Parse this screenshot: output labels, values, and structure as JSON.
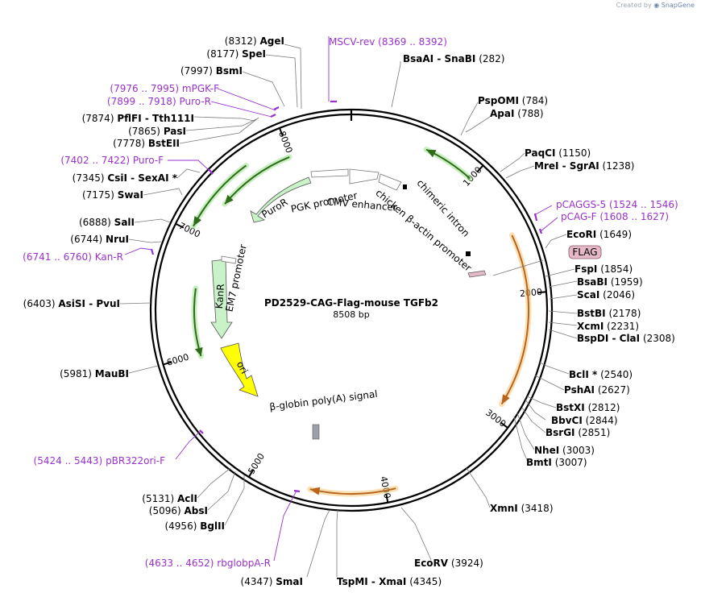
{
  "watermark": {
    "prefix": "Created by",
    "brand": "SnapGene"
  },
  "plasmid": {
    "name": "PD2529-CAG-Flag-mouse TGFb2",
    "length_label": "8508 bp",
    "length": 8508
  },
  "ticks": [
    "1000",
    "2000",
    "3000",
    "4000",
    "5000",
    "6000",
    "7000",
    "8000"
  ],
  "sites": [
    {
      "pos": "(8312)",
      "names": [
        "AgeI"
      ]
    },
    {
      "pos": "(8177)",
      "names": [
        "SpeI"
      ]
    },
    {
      "pos": "(7997)",
      "names": [
        "BsmI"
      ]
    },
    {
      "pos": "(7874)",
      "names": [
        "PflFI",
        "Tth111I"
      ]
    },
    {
      "pos": "(7865)",
      "names": [
        "PasI"
      ]
    },
    {
      "pos": "(7778)",
      "names": [
        "BstEII"
      ]
    },
    {
      "pos": "(7345)",
      "names": [
        "CsiI",
        "SexAI *"
      ]
    },
    {
      "pos": "(7175)",
      "names": [
        "SwaI"
      ]
    },
    {
      "pos": "(6888)",
      "names": [
        "SalI"
      ]
    },
    {
      "pos": "(6744)",
      "names": [
        "NruI"
      ]
    },
    {
      "pos": "(6403)",
      "names": [
        "AsiSI",
        "PvuI"
      ]
    },
    {
      "pos": "(5981)",
      "names": [
        "MauBI"
      ]
    },
    {
      "pos": "(5131)",
      "names": [
        "AclI"
      ]
    },
    {
      "pos": "(5096)",
      "names": [
        "AbsI"
      ]
    },
    {
      "pos": "(4956)",
      "names": [
        "BglII"
      ]
    },
    {
      "pos": "(4347)",
      "names": [
        "SmaI"
      ]
    },
    {
      "pos": "(4345)",
      "names": [
        "TspMI",
        "XmaI"
      ]
    },
    {
      "pos": "(3924)",
      "names": [
        "EcoRV"
      ]
    },
    {
      "pos": "(3418)",
      "names": [
        "XmnI"
      ]
    },
    {
      "pos": "(3007)",
      "names": [
        "BmtI"
      ]
    },
    {
      "pos": "(3003)",
      "names": [
        "NheI"
      ]
    },
    {
      "pos": "(2851)",
      "names": [
        "BsrGI"
      ]
    },
    {
      "pos": "(2844)",
      "names": [
        "BbvCI"
      ]
    },
    {
      "pos": "(2812)",
      "names": [
        "BstXI"
      ]
    },
    {
      "pos": "(2627)",
      "names": [
        "PshAI"
      ]
    },
    {
      "pos": "(2540)",
      "names": [
        "BclI *"
      ]
    },
    {
      "pos": "(2308)",
      "names": [
        "BspDI",
        "ClaI"
      ]
    },
    {
      "pos": "(2231)",
      "names": [
        "XcmI"
      ]
    },
    {
      "pos": "(2178)",
      "names": [
        "BstBI"
      ]
    },
    {
      "pos": "(2046)",
      "names": [
        "ScaI"
      ]
    },
    {
      "pos": "(1959)",
      "names": [
        "BsaBI"
      ]
    },
    {
      "pos": "(1854)",
      "names": [
        "FspI"
      ]
    },
    {
      "pos": "(1649)",
      "names": [
        "EcoRI"
      ]
    },
    {
      "pos": "(1238)",
      "names": [
        "MreI",
        "SgrAI"
      ]
    },
    {
      "pos": "(1150)",
      "names": [
        "PaqCI"
      ]
    },
    {
      "pos": "(788)",
      "names": [
        "ApaI"
      ]
    },
    {
      "pos": "(784)",
      "names": [
        "PspOMI"
      ]
    },
    {
      "pos": "(282)",
      "names": [
        "BsaAI",
        "SnaBI"
      ]
    }
  ],
  "primers": [
    {
      "name": "MSCV-rev",
      "range": "(8369 .. 8392)"
    },
    {
      "name": "mPGK-F",
      "range": "(7976 .. 7995)"
    },
    {
      "name": "Puro-R",
      "range": "(7899 .. 7918)"
    },
    {
      "name": "Puro-F",
      "range": "(7402 .. 7422)"
    },
    {
      "name": "Kan-R",
      "range": "(6741 .. 6760)"
    },
    {
      "name": "pBR322ori-F",
      "range": "(5424 .. 5443)"
    },
    {
      "name": "rbglobpA-R",
      "range": "(4633 .. 4652)"
    },
    {
      "name": "pCAGGS-5",
      "range": "(1524 .. 1546)"
    },
    {
      "name": "pCAG-F",
      "range": "(1608 .. 1627)"
    }
  ],
  "features": {
    "flag": "FLAG",
    "puror": "PuroR",
    "kanr": "KanR",
    "ori": "ori",
    "pgk_promoter": "PGK promoter",
    "cmv_enhancer": "CMV enhancer",
    "chicken_promoter": "chicken β-actin promoter",
    "chimeric_intron": "chimeric intron",
    "em7_promoter": "EM7 promoter",
    "beta_globin": "β-globin poly(A) signal"
  }
}
